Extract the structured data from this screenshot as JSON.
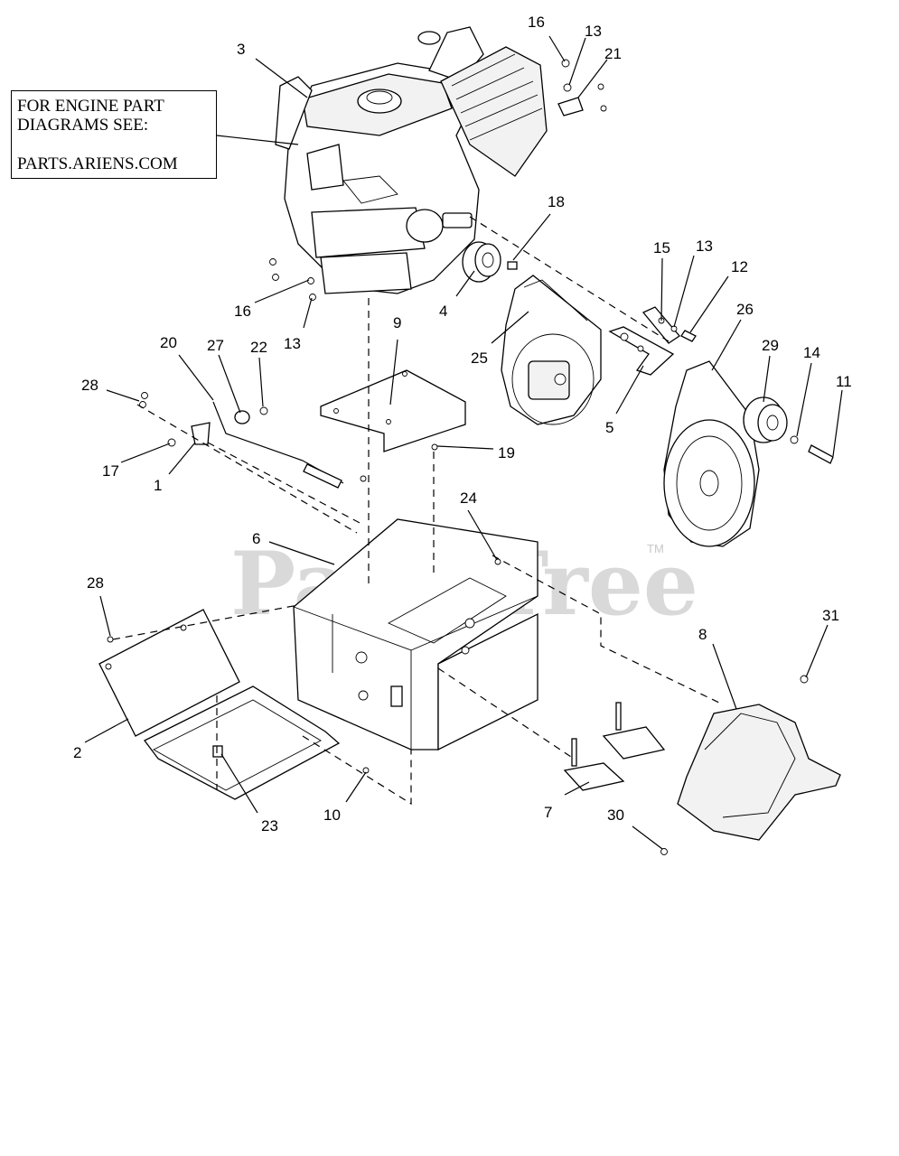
{
  "note": {
    "line1": "FOR ENGINE PART",
    "line2": "DIAGRAMS SEE:",
    "line3": "PARTS.ARIENS.COM"
  },
  "watermark": {
    "text": "PartsTree",
    "tm": "TM"
  },
  "callouts": {
    "c1": "1",
    "c2": "2",
    "c3": "3",
    "c4": "4",
    "c5": "5",
    "c6": "6",
    "c7": "7",
    "c8": "8",
    "c9": "9",
    "c10": "10",
    "c11": "11",
    "c12": "12",
    "c13a": "13",
    "c13b": "13",
    "c13c": "13",
    "c14": "14",
    "c15": "15",
    "c16a": "16",
    "c16b": "16",
    "c17": "17",
    "c18": "18",
    "c19": "19",
    "c20": "20",
    "c21": "21",
    "c22": "22",
    "c23": "23",
    "c24": "24",
    "c25": "25",
    "c26": "26",
    "c27": "27",
    "c28a": "28",
    "c28b": "28",
    "c29": "29",
    "c30": "30",
    "c31": "31"
  }
}
